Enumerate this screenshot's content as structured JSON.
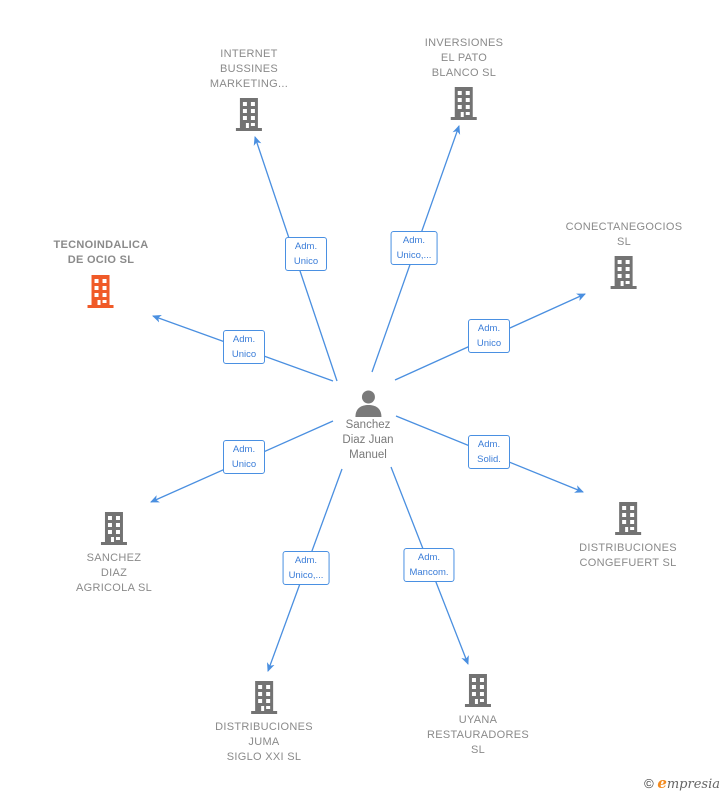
{
  "colors": {
    "edge": "#4a8fe0",
    "building": "#737373",
    "building_highlight": "#f05a28",
    "label": "#8a8a8a",
    "role_text": "#3b7dd8"
  },
  "center": {
    "name": "Sanchez\nDiaz Juan\nManuel",
    "icon": "person-icon"
  },
  "nodes": [
    {
      "id": "internet",
      "name": "INTERNET\nBUSSINES\nMARKETING...",
      "role": "Adm.\nUnico",
      "highlight": false,
      "label_pos": "above"
    },
    {
      "id": "inversiones",
      "name": "INVERSIONES\nEL PATO\nBLANCO  SL",
      "role": "Adm.\nUnico,...",
      "highlight": false,
      "label_pos": "above"
    },
    {
      "id": "tecnoindalica",
      "name": "TECNOINDALICA\nDE OCIO  SL",
      "role": "Adm.\nUnico",
      "highlight": true,
      "label_pos": "above"
    },
    {
      "id": "conectanegocios",
      "name": "CONECTANEGOCIOS\nSL",
      "role": "Adm.\nUnico",
      "highlight": false,
      "label_pos": "above"
    },
    {
      "id": "sanchez-diaz-agricola",
      "name": "SANCHEZ\nDIAZ\nAGRICOLA  SL",
      "role": "Adm.\nUnico",
      "highlight": false,
      "label_pos": "below"
    },
    {
      "id": "congefuert",
      "name": "DISTRIBUCIONES\nCONGEFUERT SL",
      "role": "Adm.\nSolid.",
      "highlight": false,
      "label_pos": "below"
    },
    {
      "id": "juma",
      "name": "DISTRIBUCIONES\nJUMA\nSIGLO XXI SL",
      "role": "Adm.\nUnico,...",
      "highlight": false,
      "label_pos": "below"
    },
    {
      "id": "uyana",
      "name": "UYANA\nRESTAURADORES\nSL",
      "role": "Adm.\nMancom.",
      "highlight": false,
      "label_pos": "below"
    }
  ],
  "footer": {
    "copyright": "©",
    "brand_initial": "e",
    "brand_rest": "mpresia"
  }
}
